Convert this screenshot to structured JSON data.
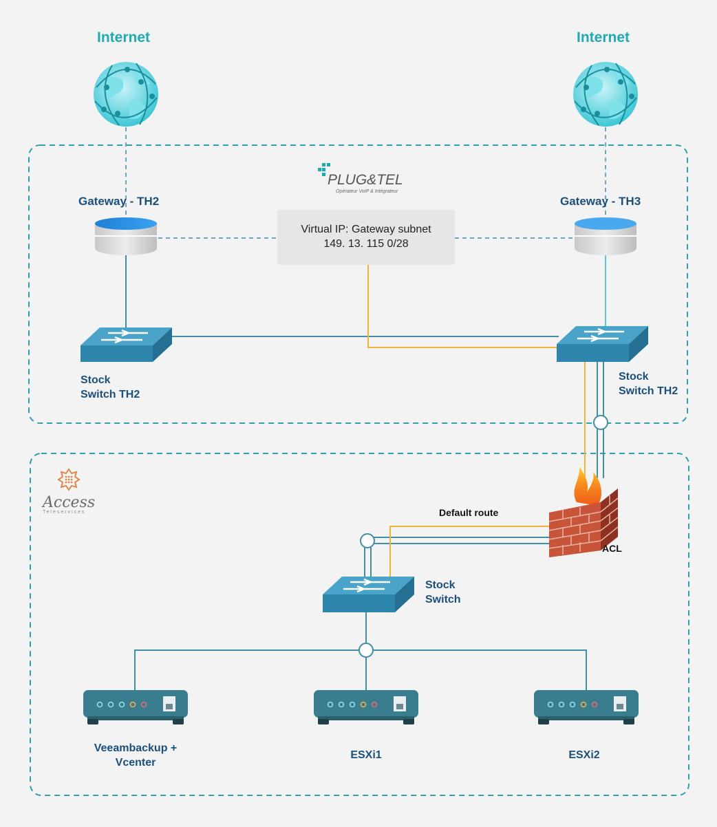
{
  "internet": {
    "left_label": "Internet",
    "right_label": "Internet"
  },
  "top_zone": {
    "brand": {
      "name": "PLUG&TEL",
      "tagline": "Opérateur VoIP & Intégrateur"
    },
    "gateway_left": "Gateway - TH2",
    "gateway_right": "Gateway - TH3",
    "virtual_ip": {
      "line1": "Virtual IP: Gateway subnet",
      "line2": "149. 13. 115 0/28"
    },
    "switch_left": {
      "line1": "Stock",
      "line2": "Switch TH2"
    },
    "switch_right": {
      "line1": "Stock",
      "line2": "Switch TH2"
    }
  },
  "bottom_zone": {
    "brand": {
      "name": "Access",
      "tagline": "Teleservices"
    },
    "default_route": "Default route",
    "acl": "ACL",
    "switch": {
      "line1": "Stock",
      "line2": "Switch"
    },
    "devices": [
      {
        "line1": "Veeambackup +",
        "line2": "Vcenter"
      },
      {
        "line1": "ESXi1",
        "line2": ""
      },
      {
        "line1": "ESXi2",
        "line2": ""
      }
    ]
  },
  "colors": {
    "accent_teal": "#1fa9b3",
    "link_blue": "#3f8ea6",
    "route_orange": "#f0b23a",
    "dash": "#2fa0aa",
    "label_navy": "#1b4f7a"
  }
}
